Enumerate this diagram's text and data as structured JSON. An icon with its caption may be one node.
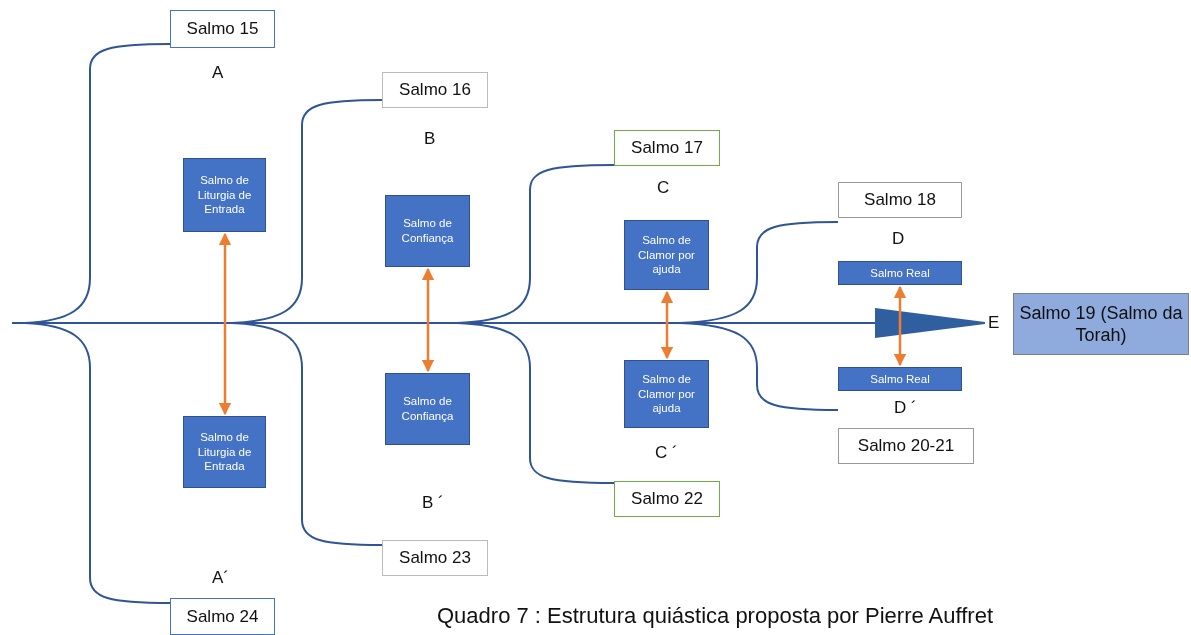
{
  "diagram": {
    "caption": "Quadro 7 : Estrutura quiástica proposta por Pierre Auffret",
    "nodes": [
      {
        "text": [
          "Salmo 15"
        ]
      },
      {
        "text": [
          "Salmo 16"
        ]
      },
      {
        "text": [
          "Salmo 17"
        ]
      },
      {
        "text": [
          "Salmo 18"
        ]
      },
      {
        "text": [
          "Salmo 19 (Salmo da Torah)"
        ]
      },
      {
        "text": [
          "Salmo 20-21"
        ]
      },
      {
        "text": [
          "Salmo 22"
        ]
      },
      {
        "text": [
          "Salmo 23"
        ]
      },
      {
        "text": [
          "Salmo 24"
        ]
      },
      {
        "text": [
          "Salmo de Liturgia de Entrada"
        ]
      },
      {
        "text": [
          "Salmo de Liturgia de Entrada"
        ]
      },
      {
        "text": [
          "Salmo de Confiança"
        ]
      },
      {
        "text": [
          "Salmo de Confiança"
        ]
      },
      {
        "text": [
          "Salmo de Clamor por ajuda"
        ]
      },
      {
        "text": [
          "Salmo de Clamor por ajuda"
        ]
      },
      {
        "text": [
          "Salmo Real"
        ]
      },
      {
        "text": [
          "Salmo Real"
        ]
      }
    ],
    "edges": [
      {
        "from": 9,
        "to": 10,
        "arrow": "both"
      },
      {
        "from": 11,
        "to": 12,
        "arrow": "both"
      },
      {
        "from": 13,
        "to": 14,
        "arrow": "both"
      },
      {
        "from": 15,
        "to": 16,
        "arrow": "both"
      },
      {
        "from": 0,
        "to": 8,
        "arrow": "none",
        "color": "#2f5597"
      },
      {
        "from": 1,
        "to": 7,
        "arrow": "none",
        "color": "#2f5597"
      },
      {
        "from": 2,
        "to": 6,
        "arrow": "none",
        "color": "#2f5597"
      },
      {
        "from": 3,
        "to": 5,
        "arrow": "none",
        "color": "#2f5597"
      }
    ],
    "labels": [
      "A",
      "B",
      "C",
      "D",
      "E",
      "D ´",
      "C ´",
      "B ´",
      "A´"
    ]
  }
}
